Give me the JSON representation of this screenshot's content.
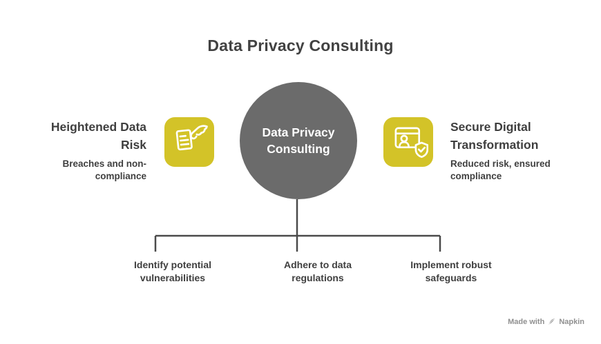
{
  "title": "Data Privacy Consulting",
  "center_node": {
    "label": "Data Privacy\nConsulting"
  },
  "left_node": {
    "icon": "hand-taking-document-icon",
    "heading": "Heightened Data\nRisk",
    "description": "Breaches and non-\ncompliance"
  },
  "right_node": {
    "icon": "secure-browser-user-shield-icon",
    "heading": "Secure Digital\nTransformation",
    "description": "Reduced risk, ensured\ncompliance"
  },
  "branches": [
    {
      "label": "Identify potential\nvulnerabilities"
    },
    {
      "label": "Adhere to data\nregulations"
    },
    {
      "label": "Implement robust\nsafeguards"
    }
  ],
  "footer": {
    "prefix": "Made with",
    "brand": "Napkin",
    "icon": "napkin-pen-icon"
  },
  "colors": {
    "accent_yellow": "#d3c328",
    "circle_gray": "#6b6b6b",
    "text_dark": "#3f3f3f",
    "title_gray": "#424242",
    "line_gray": "#4a4a4a",
    "footer_gray": "#909090"
  }
}
